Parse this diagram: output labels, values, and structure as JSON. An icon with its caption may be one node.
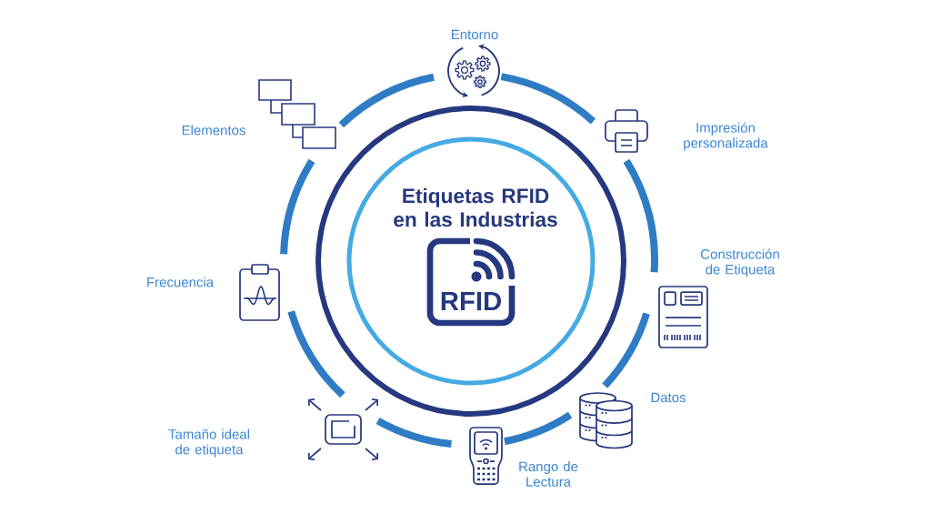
{
  "diagram": {
    "nodes": [
      {
        "text": [],
        "shape": "circle"
      },
      {
        "text": [
          "Etiquetas RFID en las Industrias"
        ],
        "in": 0
      },
      {
        "text": [
          "RFID"
        ],
        "in": 1
      }
    ],
    "labels": [
      "Entorno",
      "Impresión personalizada",
      "Construcción de Etiqueta",
      "Datos",
      "Rango de Lectura",
      "Tamaño ideal de etiqueta",
      "Frecuencia",
      "Elementos"
    ]
  }
}
